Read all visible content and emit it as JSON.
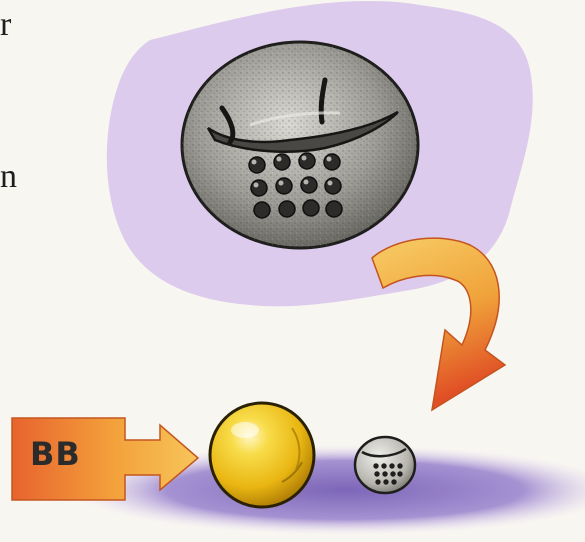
{
  "page_edge_text": [
    "r",
    "n"
  ],
  "label_box_text": "BB",
  "colors": {
    "backdrop_purple": "#d9c6ea",
    "shadow_purple": "#9b86c9",
    "arrow_orange_light": "#f7c25a",
    "arrow_orange_dark": "#e0582a",
    "ball_gold": "#f2c21a",
    "coin_gray": "#8a8a88"
  },
  "icons": [
    "ancient-coin-icon",
    "curved-arrow-icon",
    "bb-ball-icon",
    "small-coin-icon",
    "label-arrow-icon"
  ]
}
